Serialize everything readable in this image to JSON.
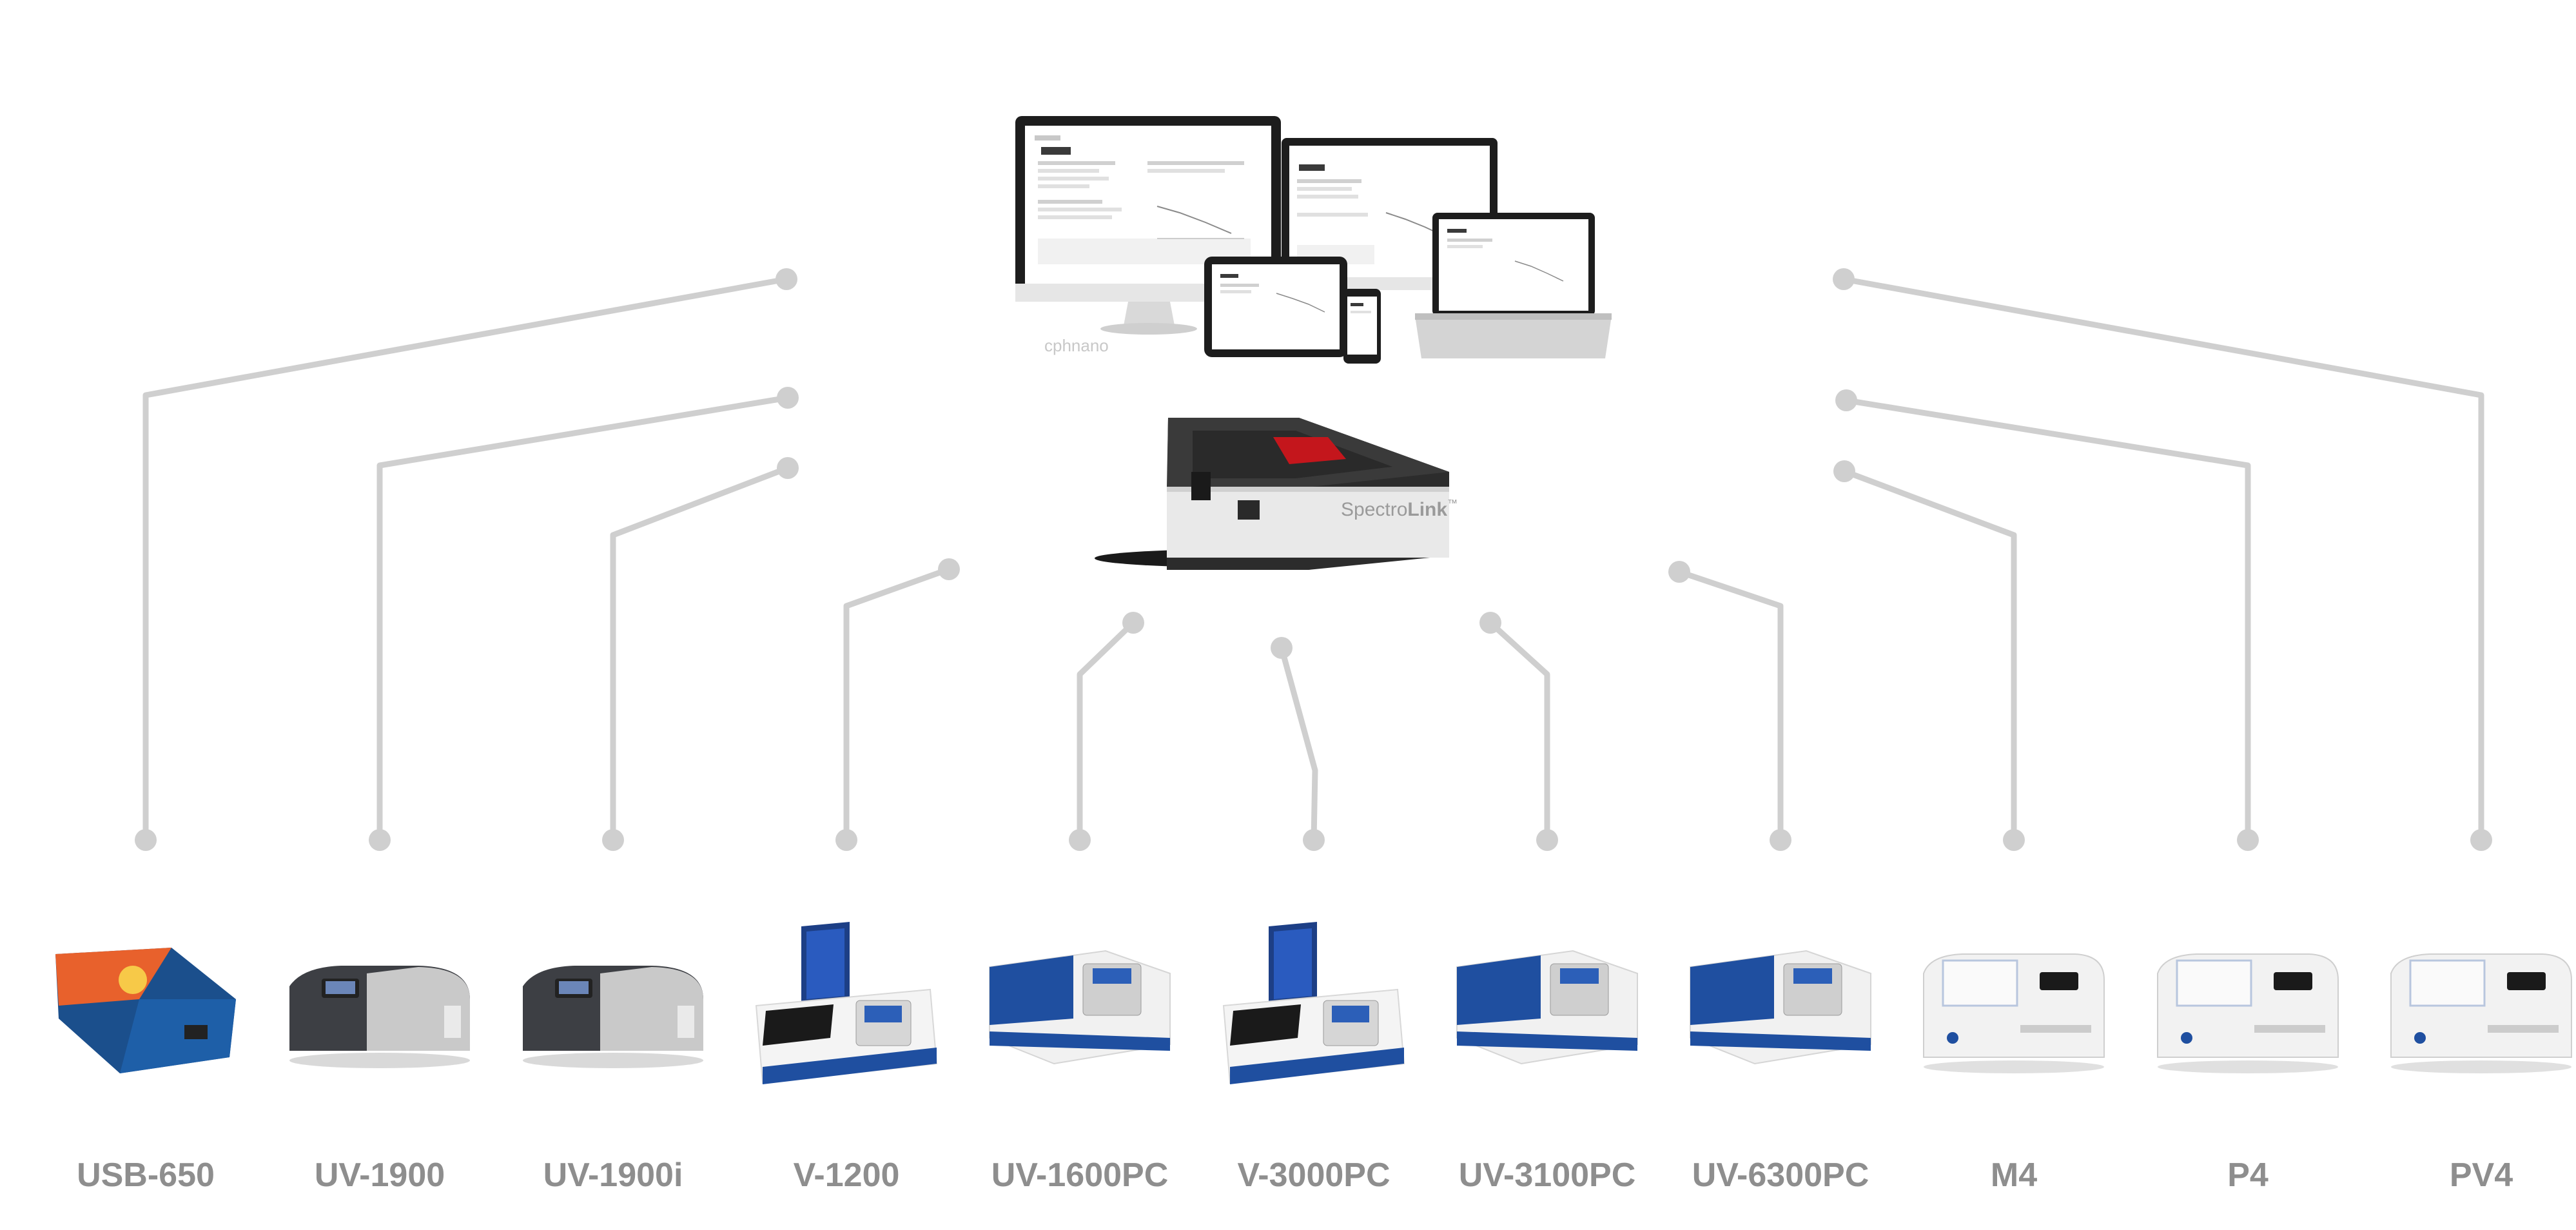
{
  "hub": {
    "name": "SpectroLink",
    "name_prefix": "Spectro",
    "name_suffix": "Link",
    "trademark": "™"
  },
  "software": {
    "brand": "cphnano",
    "screen_title": "Summary"
  },
  "colors": {
    "connector": "#cfcfcf",
    "label": "#8e8e8e",
    "instrument_blue": "#1f4fa0",
    "hub_red": "#c4161c"
  },
  "instruments": [
    {
      "name": "USB-650",
      "icon": "usb-spectrometer-icon"
    },
    {
      "name": "UV-1900",
      "icon": "benchtop-spectrophotometer-icon"
    },
    {
      "name": "UV-1900i",
      "icon": "benchtop-spectrophotometer-icon"
    },
    {
      "name": "V-1200",
      "icon": "open-lid-spectrophotometer-icon"
    },
    {
      "name": "UV-1600PC",
      "icon": "keypad-spectrophotometer-icon"
    },
    {
      "name": "V-3000PC",
      "icon": "open-lid-spectrophotometer-icon"
    },
    {
      "name": "UV-3100PC",
      "icon": "keypad-spectrophotometer-icon"
    },
    {
      "name": "UV-6300PC",
      "icon": "keypad-spectrophotometer-icon"
    },
    {
      "name": "M4",
      "icon": "white-spectrophotometer-icon"
    },
    {
      "name": "P4",
      "icon": "white-spectrophotometer-icon"
    },
    {
      "name": "PV4",
      "icon": "white-spectrophotometer-icon"
    }
  ]
}
